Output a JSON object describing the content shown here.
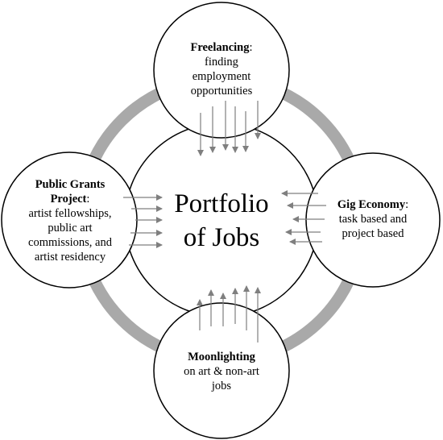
{
  "center": {
    "line1": "Portfolio",
    "line2": "of Jobs"
  },
  "nodes": {
    "top": {
      "title": "Freelancing",
      "sep": ":",
      "lines": [
        "finding",
        "employment",
        "opportunities"
      ]
    },
    "right": {
      "title": "Gig Economy",
      "sep": ":",
      "lines": [
        "task based and",
        "project based"
      ]
    },
    "bottom": {
      "title": "Moonlighting",
      "sep": "",
      "lines": [
        "on art & non-art",
        "jobs"
      ]
    },
    "left": {
      "title_line1": "Public Grants",
      "title_line2": "Project",
      "sep": ":",
      "lines": [
        "artist fellowships,",
        "public art",
        "commissions, and",
        "artist residency"
      ]
    }
  },
  "colors": {
    "ring": "#a9a9a9",
    "arrow": "#7f7f7f",
    "stroke": "#000000"
  }
}
